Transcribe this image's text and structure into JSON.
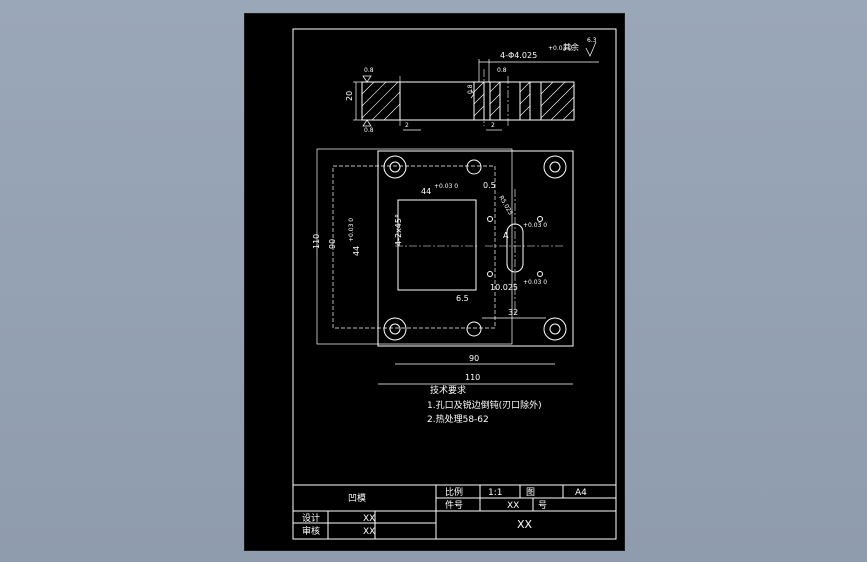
{
  "colors": {
    "background": "#9aa7b8",
    "sheet": "#000000",
    "lines": "#ffffff"
  },
  "top_view": {
    "holes_callout": "4-Φ4.025",
    "holes_tol": "+0.03\n 0",
    "roughness_rest_label": "其余",
    "roughness_rest_value": "6.3",
    "thickness": "20",
    "roughness_top": "0.8",
    "roughness_bottom": "0.8",
    "roughness_hole": "0.8",
    "roughness_mid": "0.8",
    "dim_2a": "2",
    "dim_2b": "2"
  },
  "plan_view": {
    "dim_overall_width": "110",
    "dim_hole_pitch_x": "90",
    "dim_overall_height": "110",
    "dim_hole_pitch_y": "90",
    "dim_square_w": "44",
    "dim_square_w_tol": "+0.03\n 0",
    "dim_square_h": "44",
    "dim_square_h_tol": "+0.03\n 0",
    "dim_chamfer": "4-2x45°",
    "dim_05": "0.5",
    "dim_65": "6.5",
    "dim_slot": "10.025",
    "dim_slot_tol": "+0.03\n 0",
    "dim_32": "32",
    "dim_r": "R5.025",
    "dim_r_tol": "+0.03\n 0",
    "section_label": "A"
  },
  "notes": {
    "heading": "技术要求",
    "line1": "1.孔口及锐边倒钝(刃口除外)",
    "line2": "2.热处理58-62"
  },
  "title_block": {
    "part_name": "凹模",
    "scale_label": "比例",
    "scale_value": "1:1",
    "drawing_label": "图",
    "sheet_size": "A4",
    "part_no_label": "件号",
    "part_no_value": "XX",
    "part_no_suffix": "号",
    "designer_label": "设计",
    "designer_value": "XX",
    "checker_label": "审核",
    "checker_value": "XX",
    "drawing_number": "XX"
  }
}
